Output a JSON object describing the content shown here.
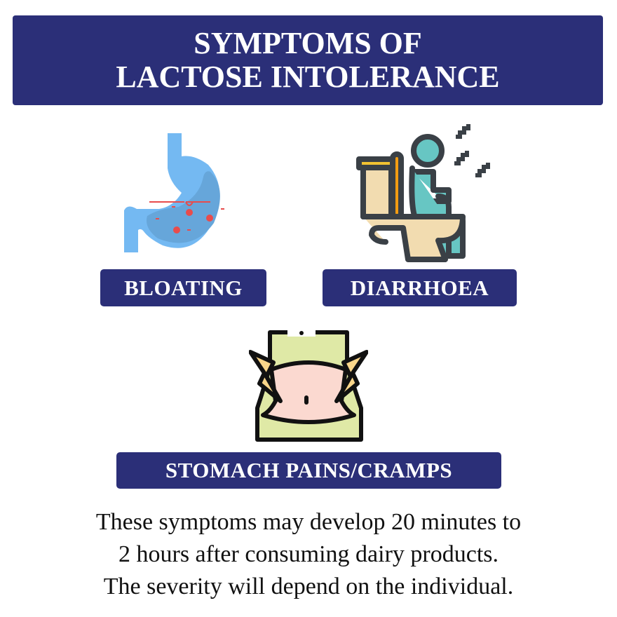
{
  "title": {
    "line1": "SYMPTOMS OF",
    "line2": "LACTOSE INTOLERANCE"
  },
  "symptoms": [
    {
      "label": "BLOATING",
      "icon": "stomach-icon"
    },
    {
      "label": "DIARRHOEA",
      "icon": "toilet-icon"
    },
    {
      "label": "STOMACH PAINS/CRAMPS",
      "icon": "abdominal-pain-icon"
    }
  ],
  "footer": {
    "line1": "These symptoms may develop 20 minutes to",
    "line2": "2 hours after consuming dairy products.",
    "line3": "The severity will depend on the individual."
  },
  "colors": {
    "banner": "#2b2f78",
    "stomach": "#74b9f2",
    "stomach_inner": "#66a6da",
    "accent_red": "#e84c4c"
  }
}
